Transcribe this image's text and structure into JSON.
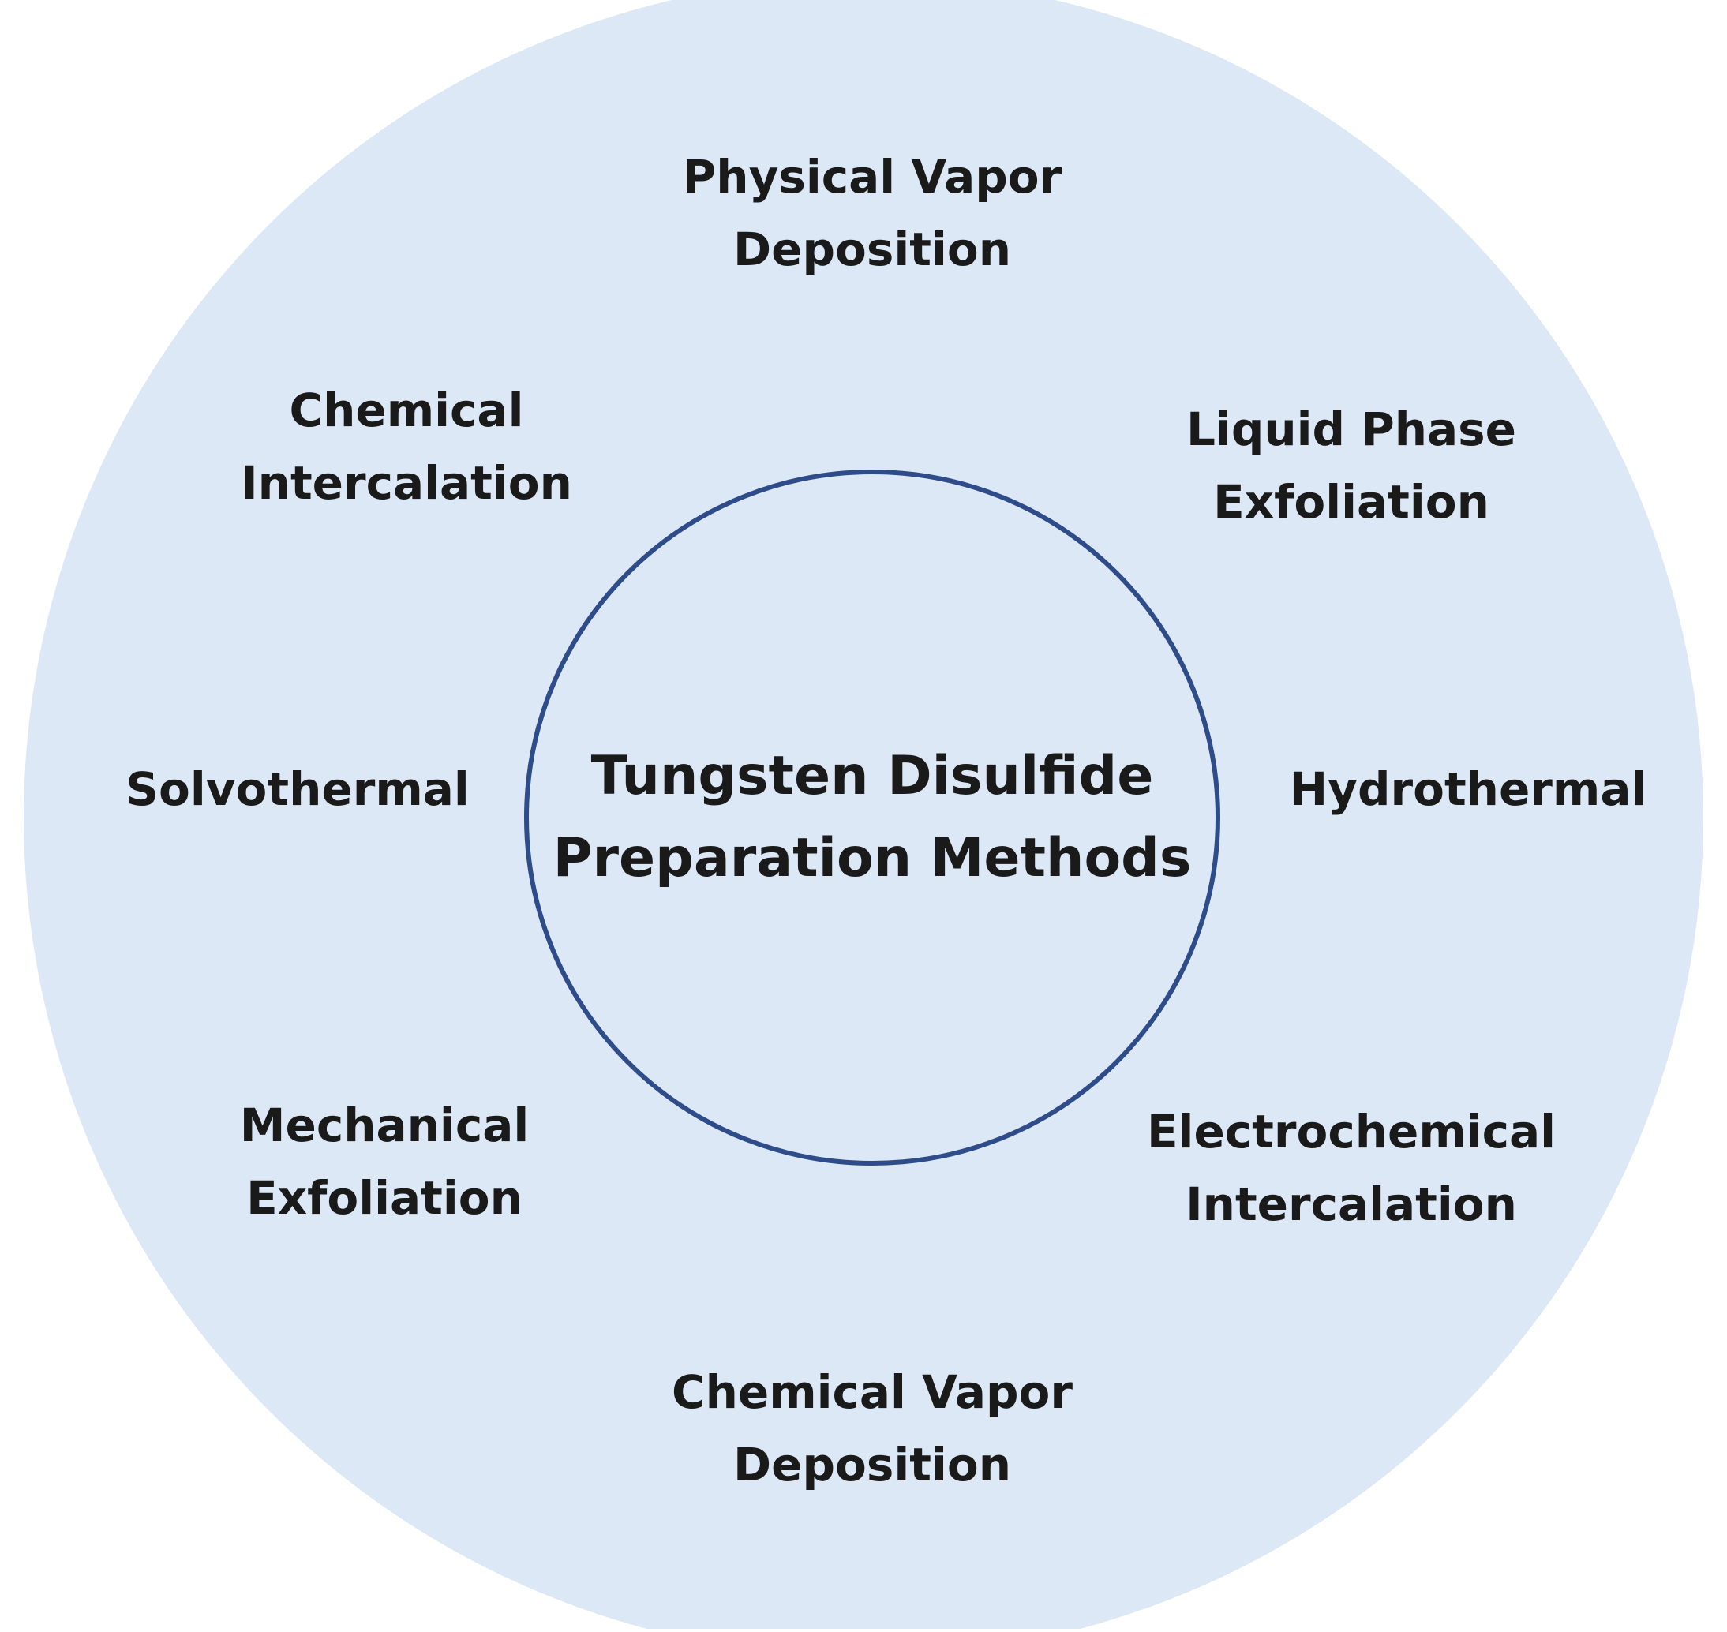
{
  "colors": {
    "outer_fill": "#dce8f5",
    "inner_stroke": "#2f4c8a",
    "text": "#1a1a1a"
  },
  "center": {
    "line1": "Tungsten Disulfide",
    "line2": "Preparation Methods"
  },
  "methods": [
    {
      "id": "physical-vapor-deposition",
      "lines": [
        "Physical Vapor",
        "Deposition"
      ]
    },
    {
      "id": "liquid-phase-exfoliation",
      "lines": [
        "Liquid Phase",
        "Exfoliation"
      ]
    },
    {
      "id": "hydrothermal",
      "lines": [
        "Hydrothermal"
      ]
    },
    {
      "id": "electrochemical-intercalation",
      "lines": [
        "Electrochemical",
        "Intercalation"
      ]
    },
    {
      "id": "chemical-vapor-deposition",
      "lines": [
        "Chemical Vapor",
        "Deposition"
      ]
    },
    {
      "id": "mechanical-exfoliation",
      "lines": [
        "Mechanical",
        "Exfoliation"
      ]
    },
    {
      "id": "solvothermal",
      "lines": [
        "Solvothermal"
      ]
    },
    {
      "id": "chemical-intercalation",
      "lines": [
        "Chemical",
        "Intercalation"
      ]
    }
  ]
}
